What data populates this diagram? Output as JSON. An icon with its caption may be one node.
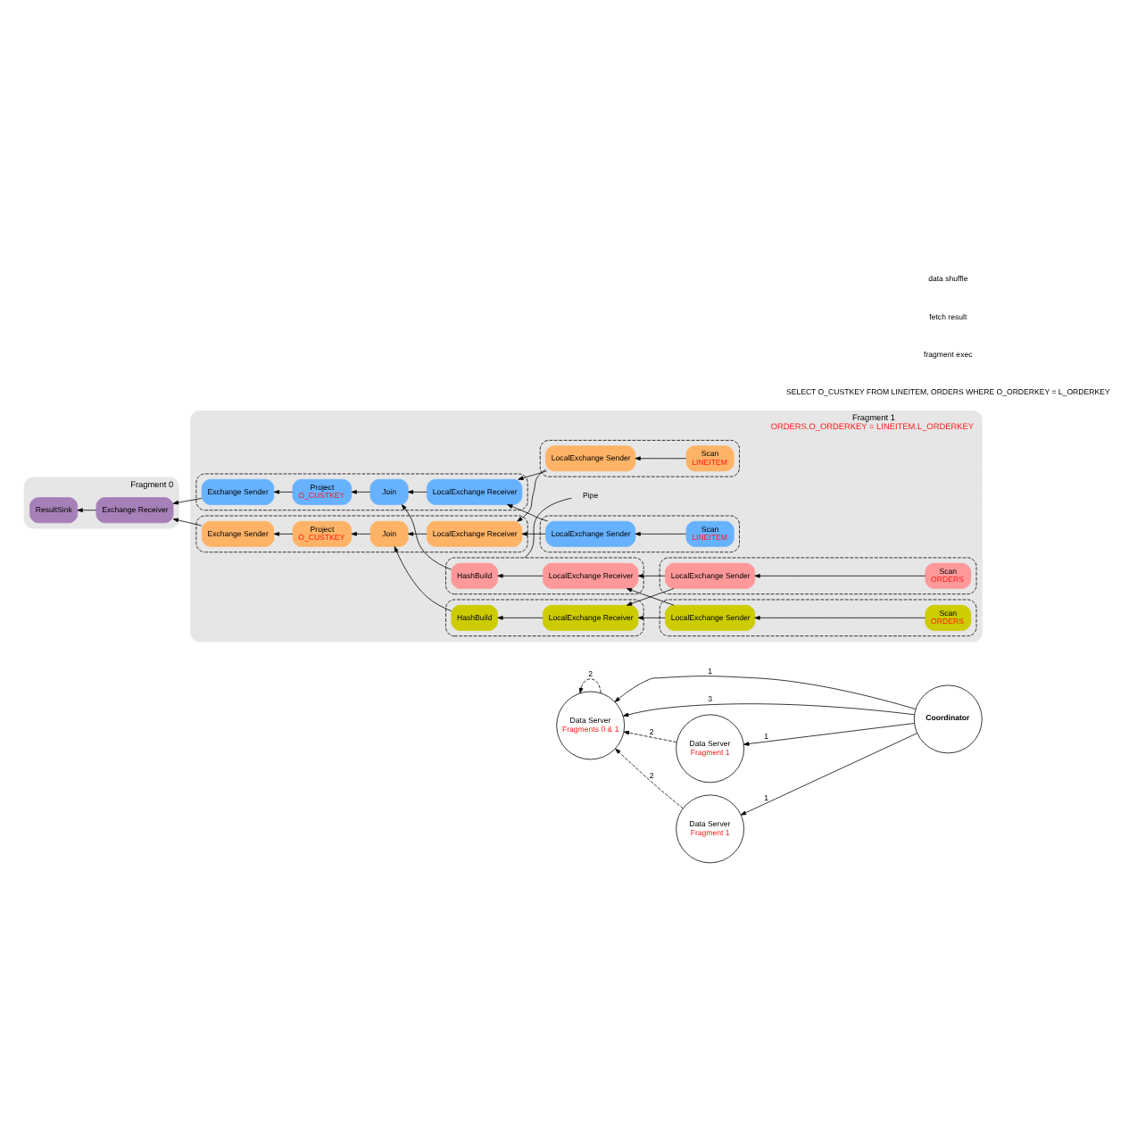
{
  "diagram": {
    "nodes": [
      {
        "text": [
          "Coordinator"
        ]
      },
      {
        "text": [
          "Data Server",
          "Fragments 0 & 1"
        ]
      },
      {
        "text": [
          "Data Server",
          "Fragment 1"
        ]
      },
      {
        "text": [
          "Data Server",
          "Fragment 1"
        ]
      },
      {
        "text": [
          "Fragment 0"
        ]
      },
      {
        "text": [
          "ResultSink"
        ],
        "in": 4
      },
      {
        "text": [
          "Exchange Receiver"
        ],
        "in": 4
      },
      {
        "text": [
          "Fragment 1",
          "ORDERS.O_ORDERKEY = LINEITEM.L_ORDERKEY"
        ]
      },
      {
        "text": [],
        "shape": "box",
        "in": 7
      },
      {
        "text": [],
        "shape": "box",
        "in": 7
      },
      {
        "text": [],
        "shape": "box",
        "in": 7
      },
      {
        "text": [],
        "shape": "box",
        "in": 7
      },
      {
        "text": [],
        "shape": "box",
        "in": 7
      },
      {
        "text": [],
        "shape": "box",
        "in": 7
      },
      {
        "text": [],
        "shape": "box",
        "in": 7
      },
      {
        "text": [],
        "shape": "box",
        "in": 7
      },
      {
        "text": [
          "Exchange Sender"
        ],
        "in": 8
      },
      {
        "text": [
          "Project",
          "O_CUSTKEY"
        ],
        "in": 8
      },
      {
        "text": [
          "Join"
        ],
        "in": 8
      },
      {
        "text": [
          "LocalExchange Receiver"
        ],
        "in": 8
      },
      {
        "text": [
          "LocalExchange Sender"
        ],
        "in": 9
      },
      {
        "text": [
          "Scan",
          "LINEITEM"
        ],
        "in": 9
      },
      {
        "text": [
          "Exchange Sender"
        ],
        "in": 10
      },
      {
        "text": [
          "Project",
          "O_CUSTKEY"
        ],
        "in": 10
      },
      {
        "text": [
          "Join"
        ],
        "in": 10
      },
      {
        "text": [
          "LocalExchange Receiver"
        ],
        "in": 10
      },
      {
        "text": [
          "LocalExchange Sender"
        ],
        "in": 11
      },
      {
        "text": [
          "Scan",
          "LINEITEM"
        ],
        "in": 11
      },
      {
        "text": [
          "HashBuild"
        ],
        "in": 12
      },
      {
        "text": [
          "LocalExchange Receiver"
        ],
        "in": 12
      },
      {
        "text": [
          "LocalExchange Sender"
        ],
        "in": 13
      },
      {
        "text": [
          "Scan",
          "ORDERS"
        ],
        "in": 13
      },
      {
        "text": [
          "HashBuild"
        ],
        "in": 14
      },
      {
        "text": [
          "LocalExchange Receiver"
        ],
        "in": 14
      },
      {
        "text": [
          "LocalExchange Sender"
        ],
        "in": 15
      },
      {
        "text": [
          "Scan",
          "ORDERS"
        ],
        "in": 15
      },
      {
        "text": [
          "Pipe"
        ],
        "in": 7
      }
    ],
    "edges": [
      {
        "from": 0,
        "to": 2,
        "arrow": "to",
        "label": "1"
      },
      {
        "from": 0,
        "to": 1,
        "arrow": "to",
        "label": "1"
      },
      {
        "from": 0,
        "to": 1,
        "arrow": "to",
        "label": "3"
      },
      {
        "from": 0,
        "to": 3,
        "arrow": "to",
        "label": "1"
      },
      {
        "from": 2,
        "to": 1,
        "arrow": "to",
        "label": "2",
        "style": "dashed"
      },
      {
        "from": 1,
        "to": 1,
        "arrow": "to",
        "label": "2",
        "style": "dashed"
      },
      {
        "from": 3,
        "to": 1,
        "arrow": "to",
        "label": "2",
        "style": "dashed"
      },
      {
        "from": 6,
        "to": 5,
        "arrow": "to"
      },
      {
        "from": 16,
        "to": 6,
        "arrow": "to"
      },
      {
        "from": 22,
        "to": 6,
        "arrow": "to"
      },
      {
        "from": 17,
        "to": 16,
        "arrow": "to"
      },
      {
        "from": 18,
        "to": 17,
        "arrow": "to"
      },
      {
        "from": 19,
        "to": 18,
        "arrow": "to"
      },
      {
        "from": 21,
        "to": 20,
        "arrow": "to"
      },
      {
        "from": 20,
        "to": 19,
        "arrow": "to"
      },
      {
        "from": 20,
        "to": 25,
        "arrow": "to"
      },
      {
        "from": 23,
        "to": 22,
        "arrow": "to"
      },
      {
        "from": 24,
        "to": 23,
        "arrow": "to"
      },
      {
        "from": 25,
        "to": 24,
        "arrow": "to"
      },
      {
        "from": 27,
        "to": 26,
        "arrow": "to"
      },
      {
        "from": 26,
        "to": 25,
        "arrow": "to"
      },
      {
        "from": 26,
        "to": 19,
        "arrow": "to"
      },
      {
        "from": 29,
        "to": 28,
        "arrow": "to"
      },
      {
        "from": 31,
        "to": 30,
        "arrow": "to"
      },
      {
        "from": 30,
        "to": 29,
        "arrow": "to"
      },
      {
        "from": 30,
        "to": 33,
        "arrow": "to"
      },
      {
        "from": 33,
        "to": 32,
        "arrow": "to"
      },
      {
        "from": 35,
        "to": 34,
        "arrow": "to"
      },
      {
        "from": 34,
        "to": 33,
        "arrow": "to"
      },
      {
        "from": 34,
        "to": 29,
        "arrow": "to"
      },
      {
        "from": 28,
        "to": 24,
        "arrow": "to"
      },
      {
        "from": 32,
        "to": 18,
        "arrow": "to"
      },
      {
        "from": 36,
        "to": 14,
        "arrow": "none"
      }
    ],
    "labels": [
      "SELECT O_CUSTKEY FROM LINEITEM, ORDERS WHERE O_ORDERKEY = L_ORDERKEY",
      "fragment exec",
      "fetch result",
      "data shuffle"
    ]
  }
}
